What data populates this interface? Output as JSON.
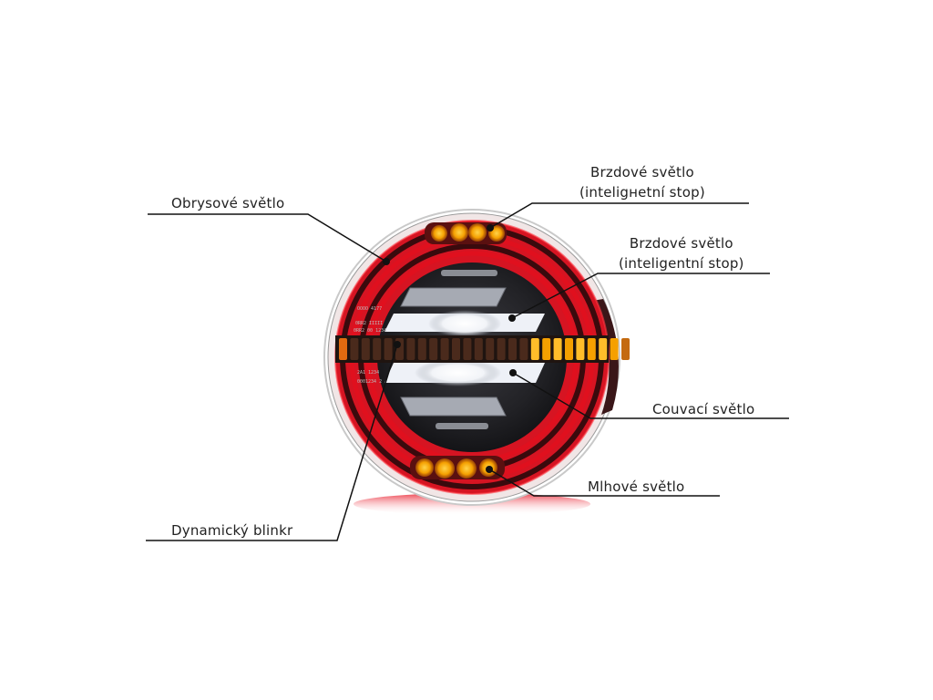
{
  "title": "",
  "labels": {
    "obrysove": "Obrysové světlo",
    "brzdove_top": {
      "line1": "Brzdové světlo",
      "line2": "(inteligнetní stop)"
    },
    "brzdove_mid": {
      "line1": "Brzdové světlo",
      "line2": "(inteligentní stop)"
    },
    "couvaci": "Couvací světlo",
    "mlhove": "Mlhové světlo",
    "blinkr": "Dynamický blinkr"
  },
  "colors": {
    "ring_red": "#e0101e",
    "amber": "#f5a000",
    "white_light": "#ffffff",
    "body_dark": "#2a2a2e",
    "leader": "#111111"
  },
  "lamp_text": [
    "OOOO 4177",
    "0RR2 IIIII",
    "0RR2 00 1234",
    "2A1 1234",
    "0001234 2"
  ]
}
